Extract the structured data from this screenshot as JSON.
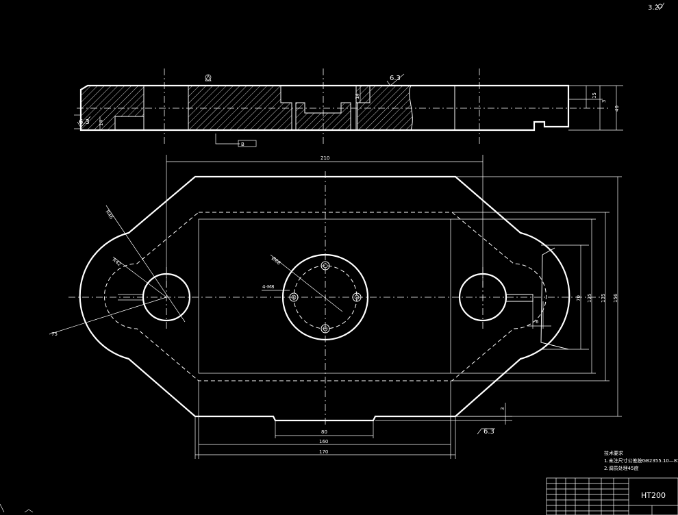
{
  "corner_mark": "3.2",
  "section_view": {
    "roughness_top": "6.3",
    "roughness_left": "6.3",
    "dim_step": "14",
    "dim_inner": "14",
    "dim_right_a": "15",
    "dim_right_b": "3",
    "dim_right_total": "40",
    "callout_label": "B"
  },
  "plan_view": {
    "dim_top_span": "210",
    "dim_radius_outer": "R46",
    "dim_radius_inner": "R42",
    "dim_radius_bottom": "75",
    "dim_center_circle": "Ø68",
    "dim_hole_callout": "4-M8",
    "dim_slot_width": "6",
    "dim_right_70": "70",
    "dim_right_125": "125",
    "dim_right_135": "135",
    "dim_right_156": "156",
    "dim_bottom_recess": "3",
    "dim_bottom_80": "80",
    "dim_bottom_160": "160",
    "dim_bottom_170": "170",
    "roughness_bottom": "6.3"
  },
  "notes": {
    "title": "技术要求",
    "line1": "1.未注尺寸公差按GB2355.10—81",
    "line2": "2.调质处理45度"
  },
  "title_block": {
    "material": "HT200"
  }
}
